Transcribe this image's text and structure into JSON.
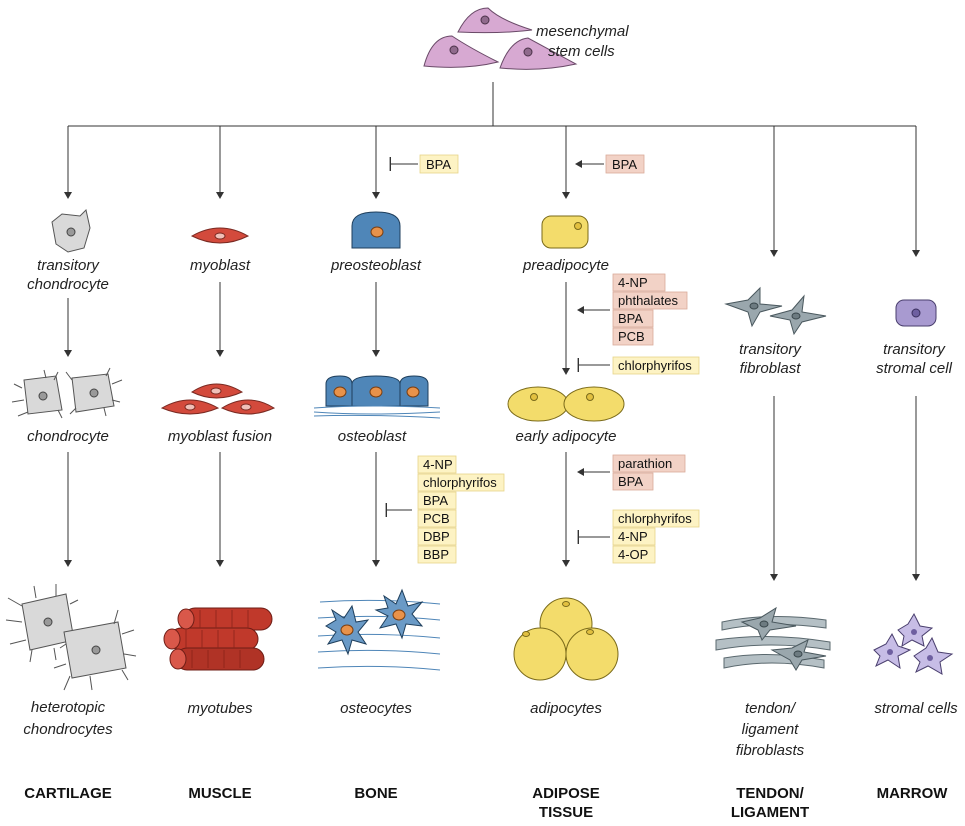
{
  "stem": {
    "line1": "mesenchymal",
    "line2": "stem cells"
  },
  "columns": [
    {
      "cell1": [
        "transitory",
        "chondrocyte"
      ],
      "cell2": [
        "chondrocyte"
      ],
      "cell3": [
        "heterotopic",
        "chondrocytes"
      ],
      "tissue": [
        "CARTILAGE"
      ]
    },
    {
      "cell1": [
        "myoblast"
      ],
      "cell2": [
        "myoblast fusion"
      ],
      "cell3": [
        "myotubes"
      ],
      "tissue": [
        "MUSCLE"
      ]
    },
    {
      "cell1": [
        "preosteoblast"
      ],
      "cell2": [
        "osteoblast"
      ],
      "cell3": [
        "osteocytes"
      ],
      "tissue": [
        "BONE"
      ]
    },
    {
      "cell1": [
        "preadipocyte"
      ],
      "cell2": [
        "early adipocyte"
      ],
      "cell3": [
        "adipocytes"
      ],
      "tissue": [
        "ADIPOSE",
        "TISSUE"
      ]
    },
    {
      "cell1": [
        "transitory",
        "fibroblast"
      ],
      "cell3": [
        "tendon/",
        "ligament",
        "fibroblasts"
      ],
      "tissue": [
        "TENDON/",
        "LIGAMENT"
      ]
    },
    {
      "cell1": [
        "transitory",
        "stromal cell"
      ],
      "cell3": [
        "stromal cells"
      ],
      "tissue": [
        "MARROW"
      ]
    }
  ],
  "chemicals": {
    "bone_top": [
      "BPA"
    ],
    "adipose_top": [
      "BPA"
    ],
    "adipose_mid_promote": [
      "4-NP",
      "phthalates",
      "BPA",
      "PCB"
    ],
    "adipose_mid_inhibit": [
      "chlorphyrifos"
    ],
    "bone_mid_inhibit": [
      "4-NP",
      "chlorphyrifos",
      "BPA",
      "PCB",
      "DBP",
      "BBP"
    ],
    "adipose_low_promote": [
      "parathion",
      "BPA"
    ],
    "adipose_low_inhibit": [
      "chlorphyrifos",
      "4-NP",
      "4-OP"
    ]
  },
  "colors": {
    "inhibit_box": "#fdf3c4",
    "promote_box": "#f2d2c6",
    "stem_cell": "#d7a9d2",
    "chondro": "#d9d9d9",
    "myo": "#d34a3c",
    "osteo": "#4f86b8",
    "adipo": "#f3dc6b",
    "fibro": "#9aa7ad",
    "stromal": "#a89ad0"
  }
}
